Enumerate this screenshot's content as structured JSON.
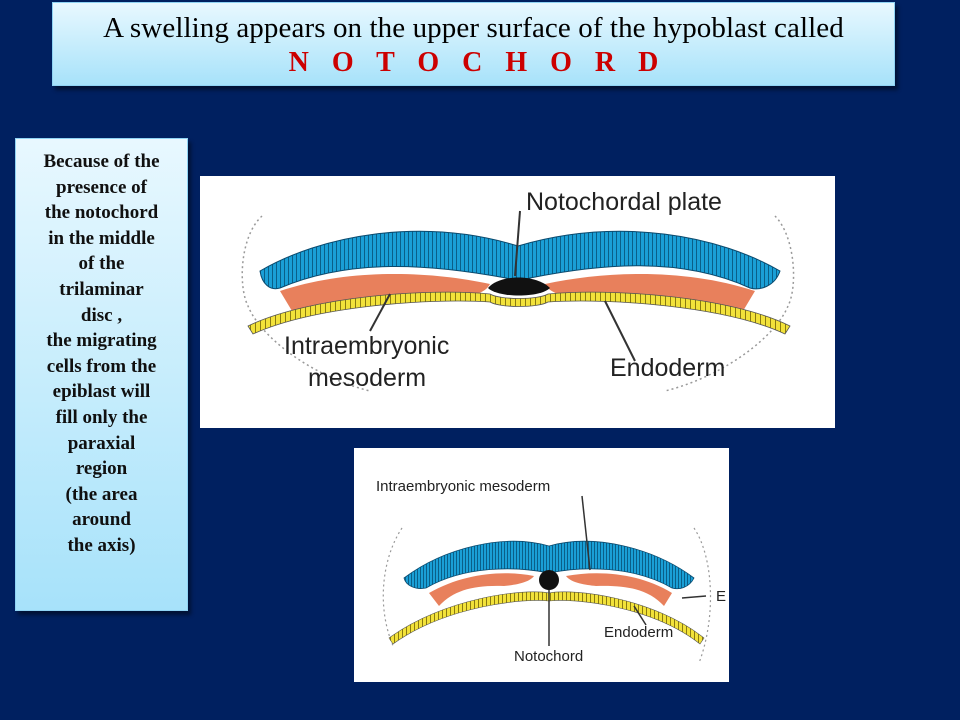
{
  "title": {
    "line1": "A swelling appears on the upper surface of the hypoblast called",
    "line2": "N O T O C H O R D"
  },
  "sidebar": {
    "lines": [
      "Because of the",
      "presence of",
      "the notochord",
      "in the middle",
      "of the",
      "trilaminar",
      "disc ,",
      "the migrating",
      "cells from the",
      "epiblast will",
      "fill only the",
      "paraxial",
      "region",
      "(the area",
      "around",
      "the axis)"
    ]
  },
  "figure1": {
    "label_notochordal_plate": "Notochordal plate",
    "label_intraembryonic_1": "Intraembryonic",
    "label_intraembryonic_2": "mesoderm",
    "label_endoderm": "Endoderm"
  },
  "figure2": {
    "label_intraembryonic_mesoderm": "Intraembryonic mesoderm",
    "label_endoderm": "Endoderm",
    "label_notochord": "Notochord",
    "label_cut": "E"
  },
  "colors": {
    "background": "#002060",
    "title_red": "#cc0000",
    "ectoderm_blue": "#1a9fd6",
    "mesoderm_orange": "#e8805c",
    "endoderm_yellow": "#f2e23a"
  }
}
